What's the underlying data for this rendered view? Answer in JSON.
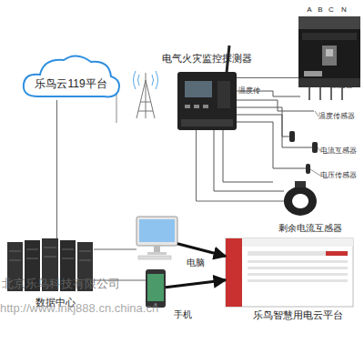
{
  "diagram": {
    "nodes": [
      {
        "text": [
          "乐鸟云119平台"
        ]
      },
      {
        "text": [
          "电气火灾监控探测器"
        ]
      },
      {
        "text": [
          "A",
          "B",
          "C",
          "N"
        ]
      },
      {
        "text": [
          "剩余电流互感器"
        ]
      },
      {
        "text": [
          "数据中心"
        ]
      },
      {
        "text": [
          "电脑"
        ]
      },
      {
        "text": [
          "手机"
        ]
      },
      {
        "text": [
          "乐鸟智慧用电云平台"
        ]
      }
    ],
    "edges": [
      {
        "from": 0,
        "to": 4,
        "arrow": "none"
      },
      {
        "from": 1,
        "to": 2,
        "arrow": "none"
      },
      {
        "from": 1,
        "to": 3,
        "arrow": "none"
      },
      {
        "from": 4,
        "to": 5,
        "arrow": "none"
      },
      {
        "from": 4,
        "to": 6,
        "arrow": "none"
      },
      {
        "from": 5,
        "to": 7,
        "arrow": "to"
      },
      {
        "from": 6,
        "to": 7,
        "arrow": "to"
      }
    ],
    "labels": [
      "温度传",
      "断路器",
      "温度传感器",
      "电流互感器",
      "电压传感器",
      "北京乐鸟科技有限公司",
      "http://www.lnkj888.cn.china.cn"
    ]
  }
}
